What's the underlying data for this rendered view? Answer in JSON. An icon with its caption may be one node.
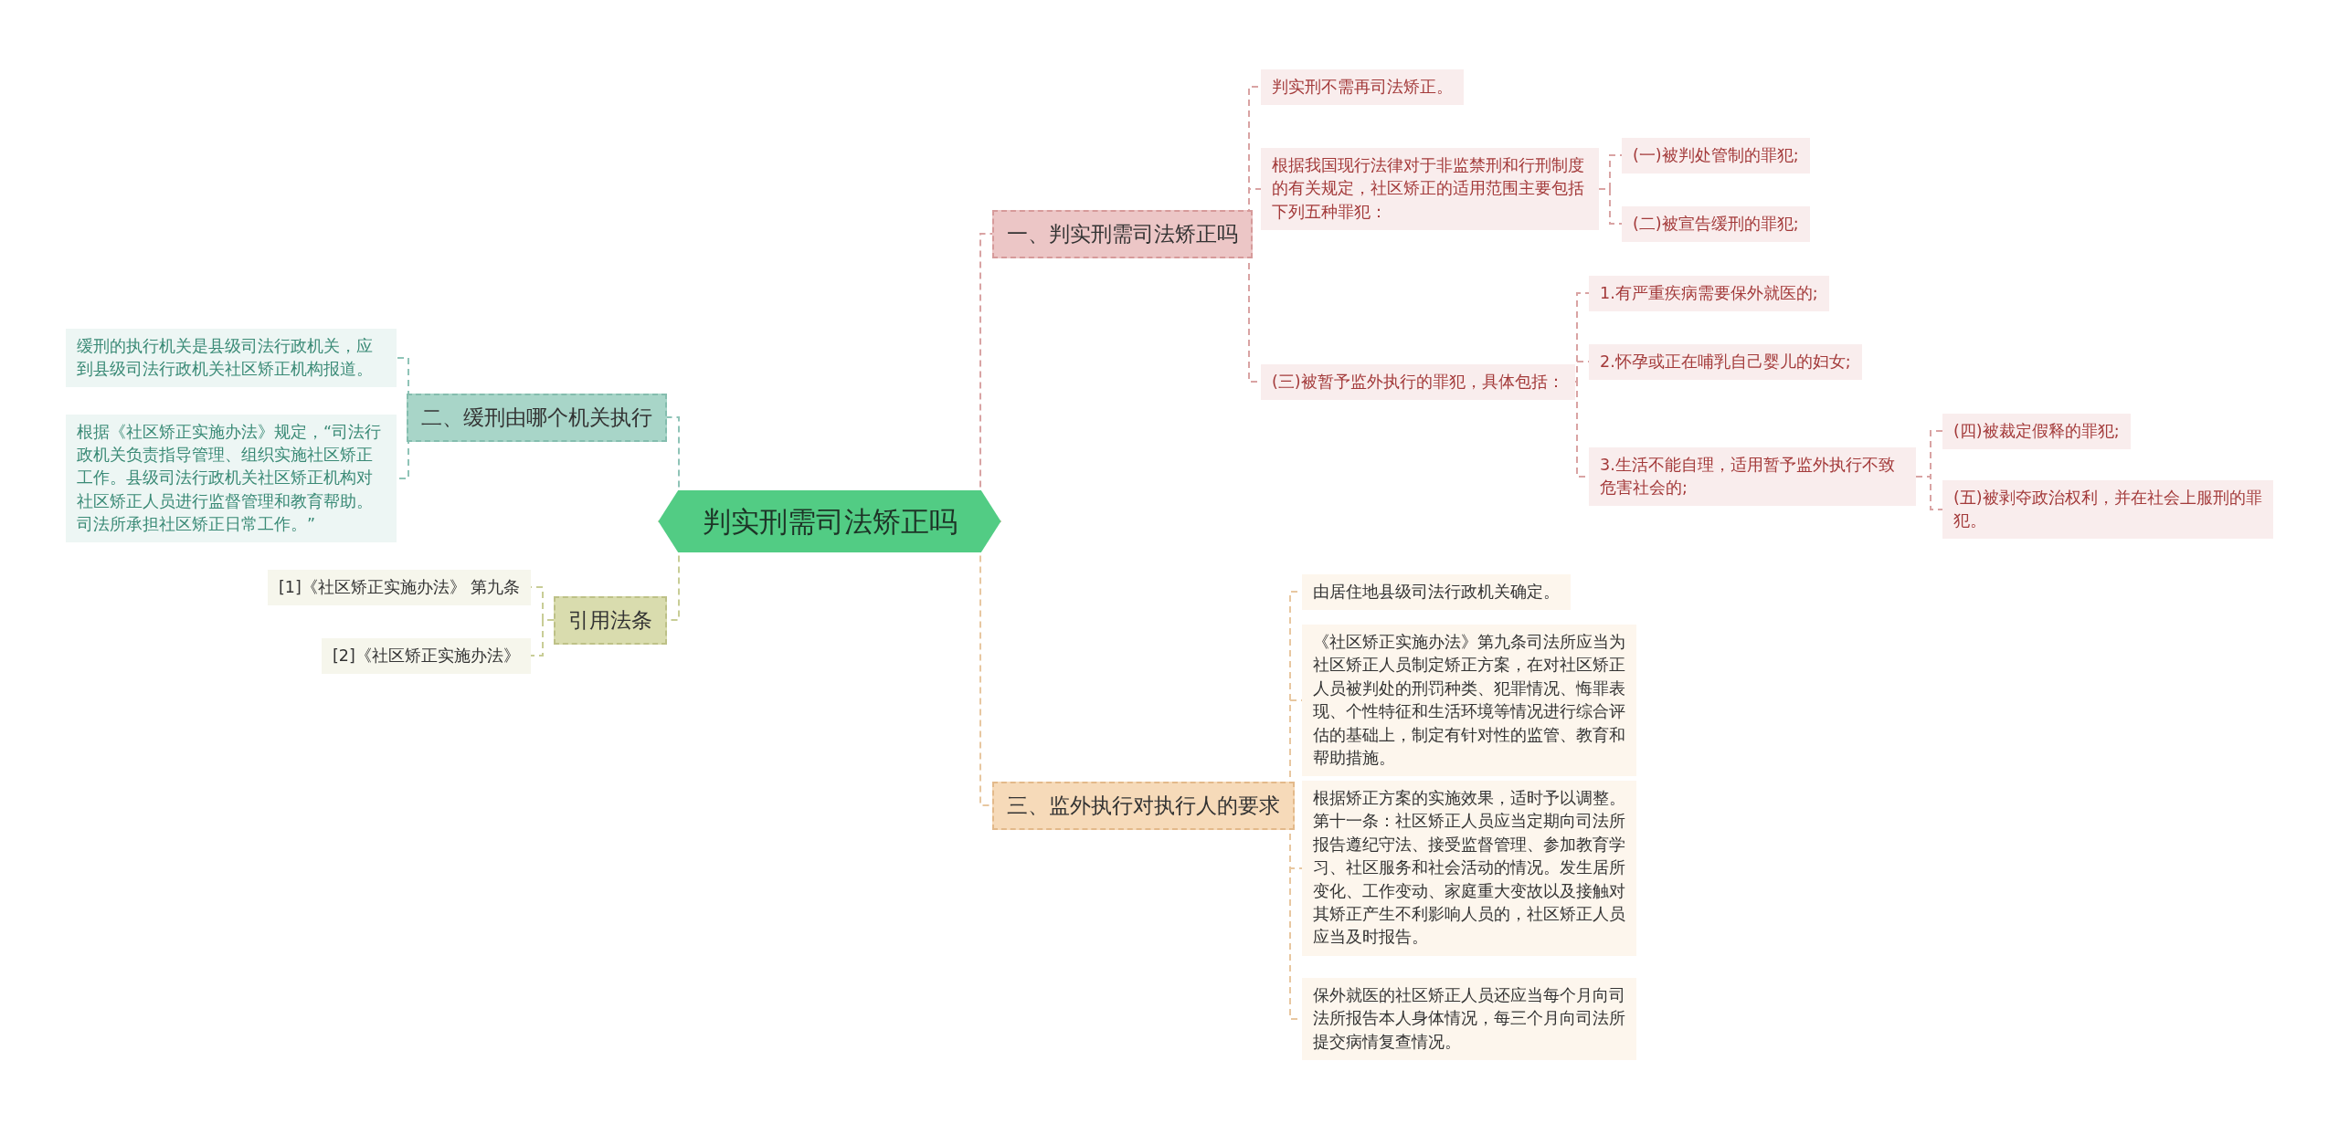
{
  "diagram": {
    "nodes": [
      {
        "text": [
          "判实刑需司法矫正吗"
        ]
      },
      {
        "text": [
          "一、判实刑需司法矫正吗"
        ]
      },
      {
        "text": [
          "判实刑不需再司法矫正。"
        ]
      },
      {
        "text": [
          "根据我国现行法律对于非监禁刑和行刑制度的有关规定，社区矫正的适用范围主要包括下列五种罪犯："
        ]
      },
      {
        "text": [
          "(一)被判处管制的罪犯;"
        ]
      },
      {
        "text": [
          "(二)被宣告缓刑的罪犯;"
        ]
      },
      {
        "text": [
          "(三)被暂予监外执行的罪犯，具体包括："
        ]
      },
      {
        "text": [
          "1.有严重疾病需要保外就医的;"
        ]
      },
      {
        "text": [
          "2.怀孕或正在哺乳自己婴儿的妇女;"
        ]
      },
      {
        "text": [
          "3.生活不能自理，适用暂予监外执行不致危害社会的;"
        ]
      },
      {
        "text": [
          "(四)被裁定假释的罪犯;"
        ]
      },
      {
        "text": [
          "(五)被剥夺政治权利，并在社会上服刑的罪犯。"
        ]
      },
      {
        "text": [
          "三、监外执行对执行人的要求"
        ]
      },
      {
        "text": [
          "由居住地县级司法行政机关确定。"
        ]
      },
      {
        "text": [
          "《社区矫正实施办法》第九条司法所应当为社区矫正人员制定矫正方案，在对社区矫正人员被判处的刑罚种类、犯罪情况、悔罪表现、个性特征和生活环境等情况进行综合评估的基础上，制定有针对性的监管、教育和帮助措施。"
        ]
      },
      {
        "text": [
          "根据矫正方案的实施效果，适时予以调整。第十一条：社区矫正人员应当定期向司法所报告遵纪守法、接受监督管理、参加教育学习、社区服务和社会活动的情况。发生居所变化、工作变动、家庭重大变故以及接触对其矫正产生不利影响人员的，社区矫正人员应当及时报告。"
        ]
      },
      {
        "text": [
          "保外就医的社区矫正人员还应当每个月向司法所报告本人身体情况，每三个月向司法所提交病情复查情况。"
        ]
      },
      {
        "text": [
          "二、缓刑由哪个机关执行"
        ]
      },
      {
        "text": [
          "缓刑的执行机关是县级司法行政机关，应到县级司法行政机关社区矫正机构报道。"
        ]
      },
      {
        "text": [
          "根据《社区矫正实施办法》规定，“司法行政机关负责指导管理、组织实施社区矫正工作。县级司法行政机关社区矫正机构对社区矫正人员进行监督管理和教育帮助。司法所承担社区矫正日常工作。”"
        ]
      },
      {
        "text": [
          "引用法条"
        ]
      },
      {
        "text": [
          "[1]《社区矫正实施办法》 第九条"
        ]
      },
      {
        "text": [
          "[2]《社区矫正实施办法》"
        ]
      }
    ],
    "edges": [
      {
        "from": 0,
        "to": 1,
        "arrow": "none",
        "style": "dashed",
        "color": "#d9a3a3"
      },
      {
        "from": 1,
        "to": 2,
        "arrow": "none",
        "style": "dashed",
        "color": "#d9a3a3"
      },
      {
        "from": 1,
        "to": 3,
        "arrow": "none",
        "style": "dashed",
        "color": "#d9a3a3"
      },
      {
        "from": 3,
        "to": 4,
        "arrow": "none",
        "style": "dashed",
        "color": "#d9a3a3"
      },
      {
        "from": 3,
        "to": 5,
        "arrow": "none",
        "style": "dashed",
        "color": "#d9a3a3"
      },
      {
        "from": 1,
        "to": 6,
        "arrow": "none",
        "style": "dashed",
        "color": "#d9a3a3"
      },
      {
        "from": 6,
        "to": 7,
        "arrow": "none",
        "style": "dashed",
        "color": "#d9a3a3"
      },
      {
        "from": 6,
        "to": 8,
        "arrow": "none",
        "style": "dashed",
        "color": "#d9a3a3"
      },
      {
        "from": 6,
        "to": 9,
        "arrow": "none",
        "style": "dashed",
        "color": "#d9a3a3"
      },
      {
        "from": 9,
        "to": 10,
        "arrow": "none",
        "style": "dashed",
        "color": "#d9a3a3"
      },
      {
        "from": 9,
        "to": 11,
        "arrow": "none",
        "style": "dashed",
        "color": "#d9a3a3"
      },
      {
        "from": 0,
        "to": 12,
        "arrow": "none",
        "style": "dashed",
        "color": "#e8c7a0"
      },
      {
        "from": 12,
        "to": 13,
        "arrow": "none",
        "style": "dashed",
        "color": "#e8c7a0"
      },
      {
        "from": 12,
        "to": 14,
        "arrow": "none",
        "style": "dashed",
        "color": "#e8c7a0"
      },
      {
        "from": 12,
        "to": 15,
        "arrow": "none",
        "style": "dashed",
        "color": "#e8c7a0"
      },
      {
        "from": 12,
        "to": 16,
        "arrow": "none",
        "style": "dashed",
        "color": "#e8c7a0"
      },
      {
        "from": 0,
        "to": 17,
        "arrow": "none",
        "style": "dashed",
        "color": "#8fc4b7"
      },
      {
        "from": 17,
        "to": 18,
        "arrow": "none",
        "style": "dashed",
        "color": "#8fc4b7"
      },
      {
        "from": 17,
        "to": 19,
        "arrow": "none",
        "style": "dashed",
        "color": "#8fc4b7"
      },
      {
        "from": 0,
        "to": 20,
        "arrow": "none",
        "style": "dashed",
        "color": "#c8cd96"
      },
      {
        "from": 20,
        "to": 21,
        "arrow": "none",
        "style": "dashed",
        "color": "#c8cd96"
      },
      {
        "from": 20,
        "to": 22,
        "arrow": "none",
        "style": "dashed",
        "color": "#c8cd96"
      }
    ]
  }
}
